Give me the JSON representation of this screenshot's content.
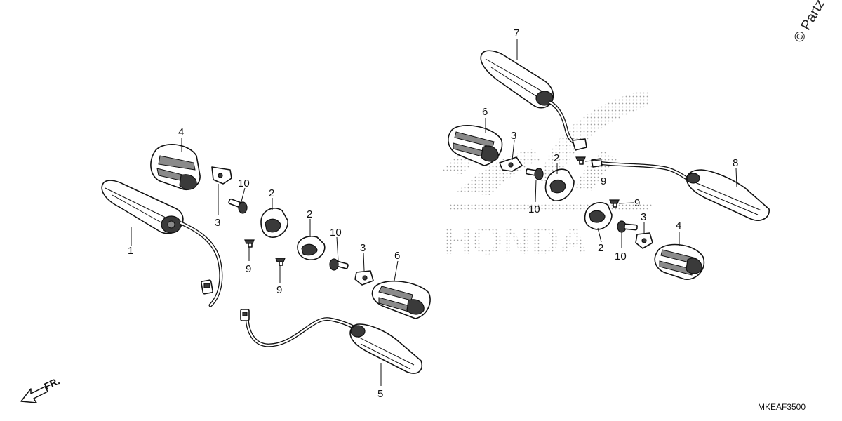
{
  "diagram": {
    "code": "MKEAF3500",
    "copyright": "© Partz",
    "direction": "FR.",
    "watermark": "HONDA"
  },
  "labels": [
    {
      "id": "lbl-1",
      "text": "1"
    },
    {
      "id": "lbl-2a",
      "text": "2"
    },
    {
      "id": "lbl-2b",
      "text": "2"
    },
    {
      "id": "lbl-2c",
      "text": "2"
    },
    {
      "id": "lbl-2d",
      "text": "2"
    },
    {
      "id": "lbl-3a",
      "text": "3"
    },
    {
      "id": "lbl-3b",
      "text": "3"
    },
    {
      "id": "lbl-3c",
      "text": "3"
    },
    {
      "id": "lbl-3d",
      "text": "3"
    },
    {
      "id": "lbl-4a",
      "text": "4"
    },
    {
      "id": "lbl-4b",
      "text": "4"
    },
    {
      "id": "lbl-5",
      "text": "5"
    },
    {
      "id": "lbl-6a",
      "text": "6"
    },
    {
      "id": "lbl-6b",
      "text": "6"
    },
    {
      "id": "lbl-7",
      "text": "7"
    },
    {
      "id": "lbl-8",
      "text": "8"
    },
    {
      "id": "lbl-9a",
      "text": "9"
    },
    {
      "id": "lbl-9b",
      "text": "9"
    },
    {
      "id": "lbl-9c",
      "text": "9"
    },
    {
      "id": "lbl-9d",
      "text": "9"
    },
    {
      "id": "lbl-10a",
      "text": "10"
    },
    {
      "id": "lbl-10b",
      "text": "10"
    },
    {
      "id": "lbl-10c",
      "text": "10"
    },
    {
      "id": "lbl-10d",
      "text": "10"
    }
  ]
}
